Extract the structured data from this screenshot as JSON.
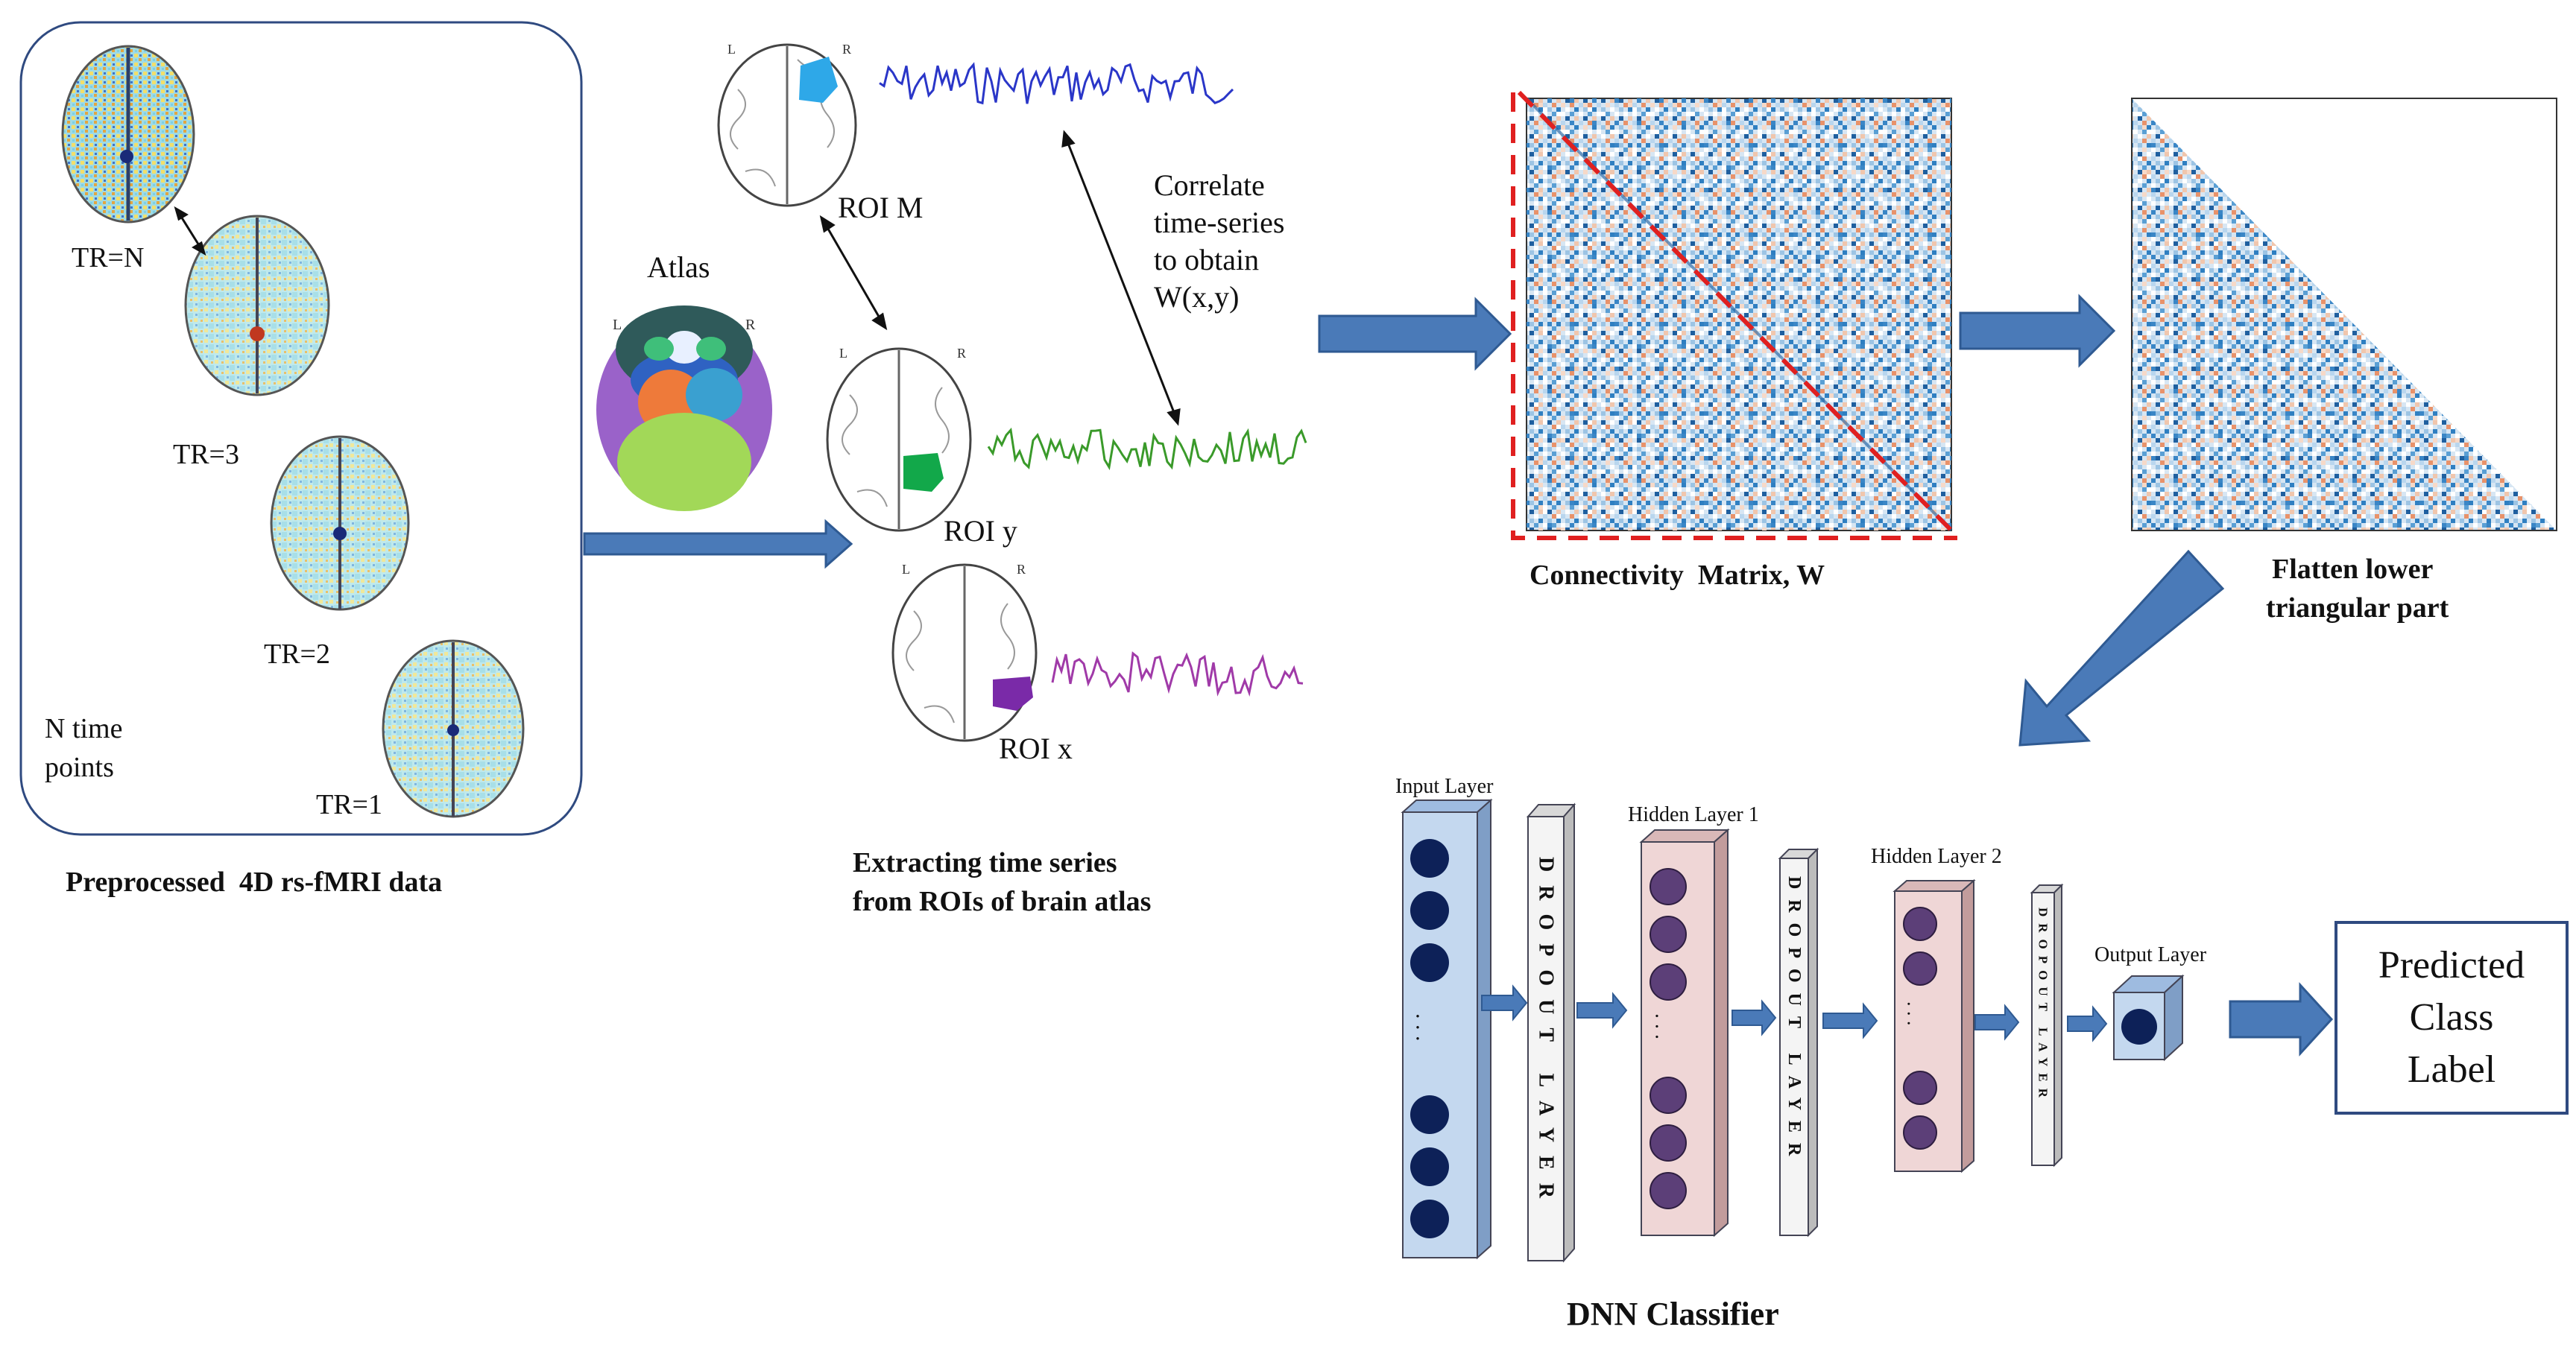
{
  "colors": {
    "arrow_fill": "#4a7ab8",
    "arrow_stroke": "#2f5a92",
    "panel_border": "#2f4a80",
    "matrix_blue": "#2f7fc1",
    "matrix_orange": "#e8926a",
    "dashed_red": "#e02020",
    "input_neuron": "#0d2158",
    "hidden_neuron": "#5c3f78",
    "input_layer_face": "#c4d8ef",
    "hidden_layer_face": "#efd6d6",
    "ts_blue": "#2a36c8",
    "ts_green": "#3a9a2a",
    "ts_purple": "#a03aa8",
    "roi_blue": "#2ea8e8",
    "roi_green": "#12a84a",
    "roi_purple": "#7a2aa8"
  },
  "fmri": {
    "caption": "Preprocessed  4D rs-fMRI data",
    "tr_labels": [
      "TR=N",
      "TR=3",
      "TR=2",
      "TR=1"
    ],
    "n_time_line1": "N time",
    "n_time_line2": "points"
  },
  "atlas": {
    "title": "Atlas",
    "left_mark": "L",
    "right_mark": "R"
  },
  "roi": {
    "m_label": "ROI M",
    "y_label": "ROI y",
    "x_label": "ROI x",
    "correlate_lines": [
      "Correlate",
      "time-series",
      "to obtain",
      "W(x,y)"
    ],
    "caption_line1": "Extracting time series",
    "caption_line2": "from ROIs of brain atlas"
  },
  "matrix": {
    "caption": "Connectivity  Matrix, W",
    "flatten_line1": "Flatten lower",
    "flatten_line2": "triangular part"
  },
  "dnn": {
    "input_label": "Input Layer",
    "hidden1_label": "Hidden Layer 1",
    "hidden2_label": "Hidden Layer 2",
    "output_label": "Output Layer",
    "dropout_text": "DROPOUT LAYER",
    "dots": ". . .",
    "caption": "DNN Classifier"
  },
  "prediction": {
    "line1": "Predicted",
    "line2": "Class",
    "line3": "Label"
  }
}
